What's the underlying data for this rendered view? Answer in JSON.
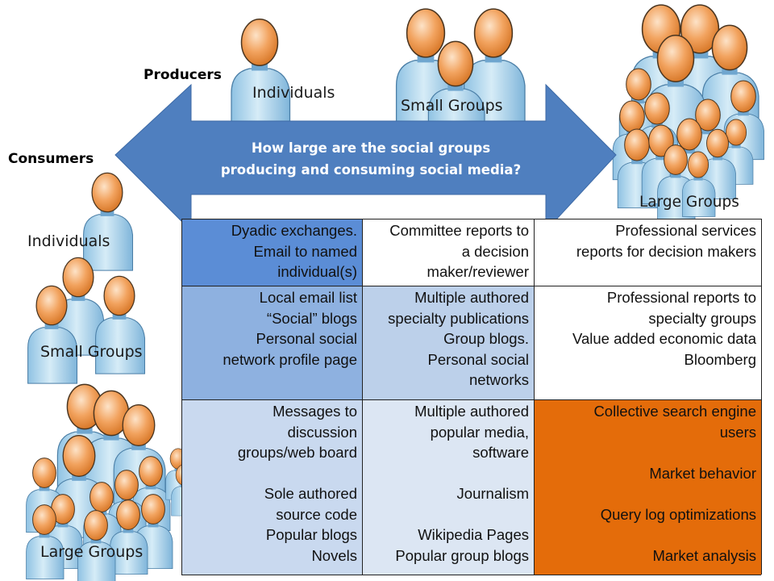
{
  "axes": {
    "producers_label": "Producers",
    "consumers_label": "Consumers"
  },
  "arrow": {
    "line1": "How large are the social groups",
    "line2": "producing and consuming social media?",
    "color": "#4f7fbf"
  },
  "producer_groups": [
    {
      "label": "Individuals",
      "icon": "person-icon"
    },
    {
      "label": "Small Groups",
      "icon": "small-group-icon"
    },
    {
      "label": "Large Groups",
      "icon": "large-group-icon"
    }
  ],
  "consumer_groups": [
    {
      "label": "Individuals",
      "icon": "person-icon"
    },
    {
      "label": "Small Groups",
      "icon": "small-group-icon"
    },
    {
      "label": "Large Groups",
      "icon": "large-group-icon"
    }
  ],
  "colors": {
    "dark_blue": "#5b8dd6",
    "mid_blue": "#8eb1e0",
    "light_blue": "#bcd0ea",
    "pale_blue": "#c9d9ef",
    "paler_blue": "#dce6f3",
    "orange": "#e46c0a",
    "white": "#ffffff"
  },
  "matrix": {
    "rows": [
      {
        "consumer": "Individuals",
        "cells": [
          {
            "producer": "Individuals",
            "lines": [
              "Dyadic exchanges.",
              "Email to named",
              "individual(s)"
            ],
            "fill": "#5b8dd6"
          },
          {
            "producer": "Small Groups",
            "lines": [
              "Committee reports to",
              "a decision",
              "maker/reviewer"
            ],
            "fill": "#ffffff"
          },
          {
            "producer": "Large Groups",
            "lines": [
              "Professional services",
              "reports for decision makers"
            ],
            "fill": "#ffffff"
          }
        ]
      },
      {
        "consumer": "Small Groups",
        "cells": [
          {
            "producer": "Individuals",
            "lines": [
              "Local email list",
              "“Social” blogs",
              "Personal social",
              "network profile page"
            ],
            "fill": "#8eb1e0"
          },
          {
            "producer": "Small Groups",
            "lines": [
              "Multiple authored",
              "specialty publications",
              "Group blogs.",
              "Personal social",
              "networks"
            ],
            "fill": "#bcd0ea"
          },
          {
            "producer": "Large Groups",
            "lines": [
              "Professional reports to",
              "specialty groups",
              "Value added economic data",
              "Bloomberg"
            ],
            "fill": "#ffffff"
          }
        ]
      },
      {
        "consumer": "Large Groups",
        "cells": [
          {
            "producer": "Individuals",
            "lines": [
              "Messages to",
              "discussion",
              "groups/web board",
              "",
              "Sole authored",
              "source code",
              "Popular blogs",
              "Novels"
            ],
            "fill": "#c9d9ef"
          },
          {
            "producer": "Small Groups",
            "lines": [
              "Multiple authored",
              "popular media,",
              "software",
              "",
              "Journalism",
              "",
              "Wikipedia Pages",
              "Popular group blogs"
            ],
            "fill": "#dce6f3"
          },
          {
            "producer": "Large Groups",
            "lines": [
              "Collective search engine",
              "users",
              "",
              "Market behavior",
              "",
              "Query log optimizations",
              "",
              "Market analysis"
            ],
            "fill": "#e46c0a"
          }
        ]
      }
    ]
  }
}
